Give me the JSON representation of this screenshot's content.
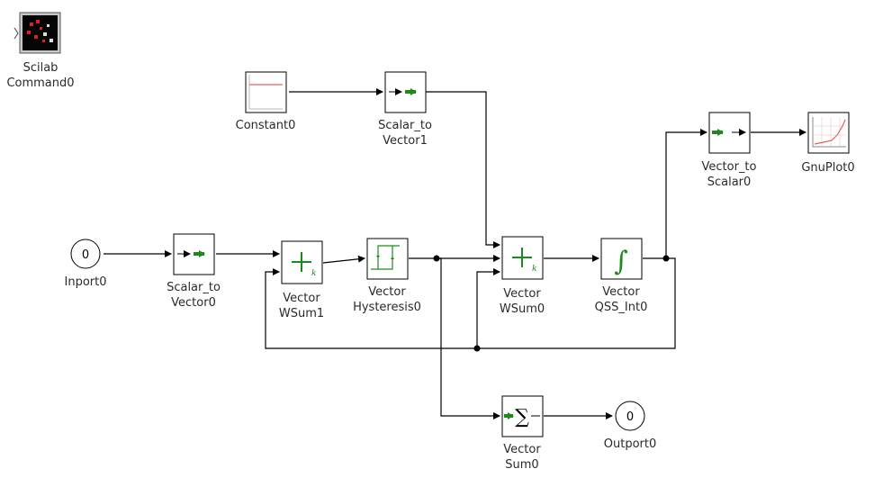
{
  "blocks": {
    "scilab_command": {
      "line1": "Scilab",
      "line2": "Command0",
      "icon": "scilab-terminal-icon"
    },
    "constant": {
      "line1": "Constant0",
      "icon": "constant-plot-icon"
    },
    "scalar_to_vector1": {
      "line1": "Scalar_to",
      "line2": "Vector1",
      "icon": "scalar-to-vector-icon"
    },
    "vector_to_scalar": {
      "line1": "Vector_to",
      "line2": "Scalar0",
      "icon": "vector-to-scalar-icon"
    },
    "gnuplot": {
      "line1": "GnuPlot0",
      "icon": "plot-icon"
    },
    "inport": {
      "line1": "Inport0",
      "port": "0"
    },
    "scalar_to_vector0": {
      "line1": "Scalar_to",
      "line2": "Vector0",
      "icon": "scalar-to-vector-icon"
    },
    "vector_wsum1": {
      "line1": "Vector",
      "line2": "WSum1",
      "icon": "weighted-sum-icon",
      "k": "k"
    },
    "vector_hysteresis": {
      "line1": "Vector",
      "line2": "Hysteresis0",
      "icon": "hysteresis-icon"
    },
    "vector_wsum0": {
      "line1": "Vector",
      "line2": "WSum0",
      "icon": "weighted-sum-icon",
      "k": "k"
    },
    "vector_qss_int": {
      "line1": "Vector",
      "line2": "QSS_Int0",
      "icon": "integral-icon",
      "symbol": "∫"
    },
    "vector_sum": {
      "line1": "Vector",
      "line2": "Sum0",
      "icon": "sum-icon",
      "symbol": "∑"
    },
    "outport": {
      "line1": "Outport0",
      "port": "0"
    }
  },
  "colors": {
    "accent_green": "#1e8a1e",
    "plot_red": "#e06060",
    "wire": "#000000"
  }
}
